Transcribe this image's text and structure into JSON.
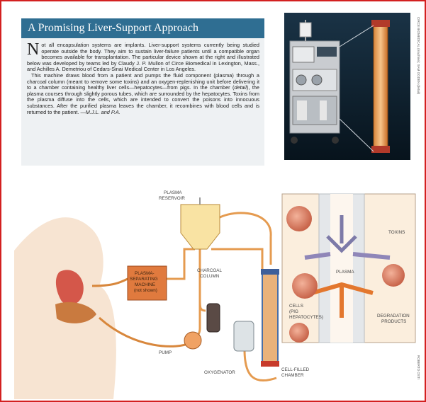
{
  "sidebar": {
    "title": "A Promising Liver-Support Approach",
    "paragraph1_dropcap": "N",
    "paragraph1_rest": "ot all encapsulation systems are implants. Liver-support systems currently being studied operate outside the body. They aim to sustain liver-failure patients until a compatible organ becomes available for transplantation. The particular device shown at the right and illustrated below was developed by teams led by Claudy J. P. Mullon of Circe Biomedical in Lexington, Mass., and Achilles A. Demetriou of Cedars-Sinai Medical Center in Los Angeles.",
    "paragraph2_a": "This machine draws blood from a patient and pumps the fluid component (plasma) through a charcoal column (meant to remove some toxins) and an oxygen-replenishing unit before delivering it to a chamber containing healthy liver cells—hepatocytes—from pigs. In the chamber (",
    "paragraph2_detail": "detail",
    "paragraph2_b": "), the plasma courses through slightly porous tubes, which are surrounded by the hepatocytes. Toxins from the plasma diffuse into the cells, which are intended to convert the poisons into innocuous substances. After the purified plasma leaves the chamber, it recombines with blood cells and is returned to the patient.",
    "signature": "—M.J.L. and P.A."
  },
  "credits": {
    "photo": "CIRCE BIOMEDICAL (machine); SAM OGDEN (detail)",
    "illustration": "ROBERTO OSTI"
  },
  "diagram_labels": {
    "plasma_reservoir_1": "PLASMA",
    "plasma_reservoir_2": "RESERVOIR",
    "psm_1": "PLASMA-",
    "psm_2": "SEPARATING",
    "psm_3": "MACHINE",
    "psm_4": "(not shown)",
    "charcoal_1": "CHARCOAL",
    "charcoal_2": "COLUMN",
    "pump": "PUMP",
    "oxygenator": "OXYGENATOR",
    "chamber_1": "CELL-FILLED",
    "chamber_2": "CHAMBER",
    "plasma": "PLASMA",
    "toxins": "TOXINS",
    "cells_1": "CELLS",
    "cells_2": "(PIG",
    "cells_3": "HEPATOCYTES)",
    "degradation_1": "DEGRADATION",
    "degradation_2": "PRODUCTS"
  }
}
